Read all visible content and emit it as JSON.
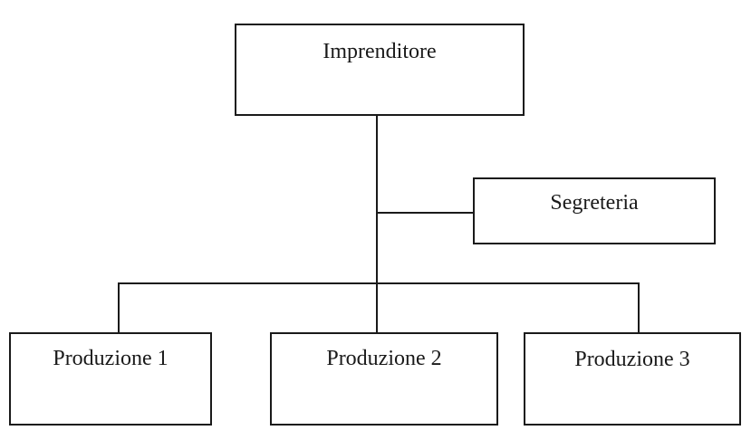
{
  "org_chart": {
    "top": {
      "label": "Imprenditore"
    },
    "staff": {
      "label": "Segreteria"
    },
    "units": [
      {
        "label": "Produzione 1"
      },
      {
        "label": "Produzione 2"
      },
      {
        "label": "Produzione 3"
      }
    ]
  },
  "style": {
    "line_color": "#1a1a1a",
    "box_fill": "#ffffff"
  }
}
